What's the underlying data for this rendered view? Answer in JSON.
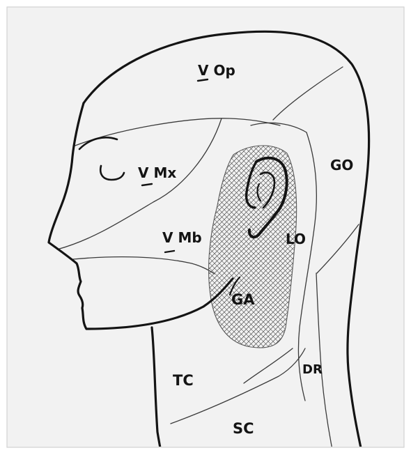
{
  "colors": {
    "paper": "#f2f2f2",
    "outer_border": "#d2d2d2",
    "ink": "#141414",
    "thin_ink": "#3a3a3a",
    "hatch": "#4a4a4a"
  },
  "labels": {
    "v_op": "V Op",
    "v_mx": "V Mx",
    "v_mb": "V Mb",
    "go": "GO",
    "lo": "LO",
    "ga": "GA",
    "dr": "DR",
    "tc": "TC",
    "sc": "SC"
  }
}
